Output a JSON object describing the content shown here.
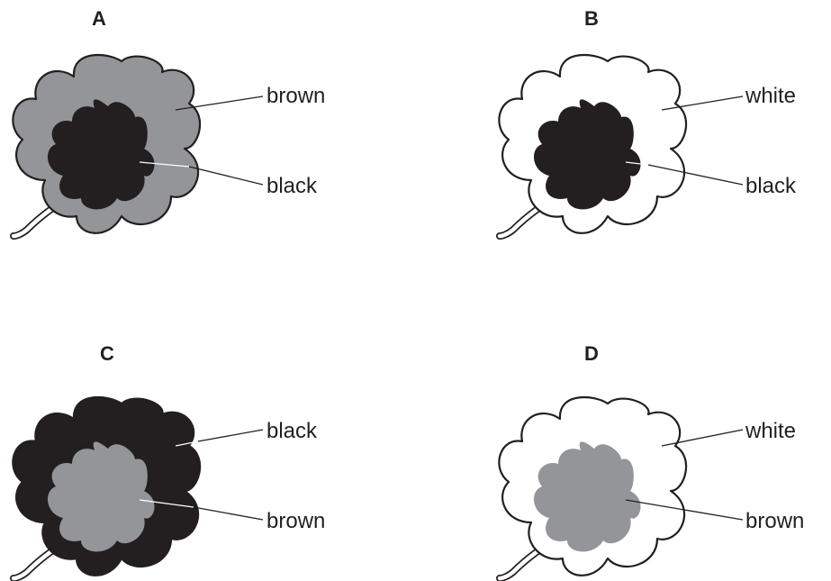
{
  "colors": {
    "brown": "#939598",
    "black": "#231f20",
    "white": "#ffffff"
  },
  "panels": [
    {
      "letter": "A",
      "outer_color": "brown",
      "inner_color": "black",
      "outer_label": "brown",
      "inner_label": "black"
    },
    {
      "letter": "B",
      "outer_color": "white",
      "inner_color": "black",
      "outer_label": "white",
      "inner_label": "black"
    },
    {
      "letter": "C",
      "outer_color": "black",
      "inner_color": "brown",
      "outer_label": "black",
      "inner_label": "brown"
    },
    {
      "letter": "D",
      "outer_color": "white",
      "inner_color": "brown",
      "outer_label": "white",
      "inner_label": "brown"
    }
  ]
}
